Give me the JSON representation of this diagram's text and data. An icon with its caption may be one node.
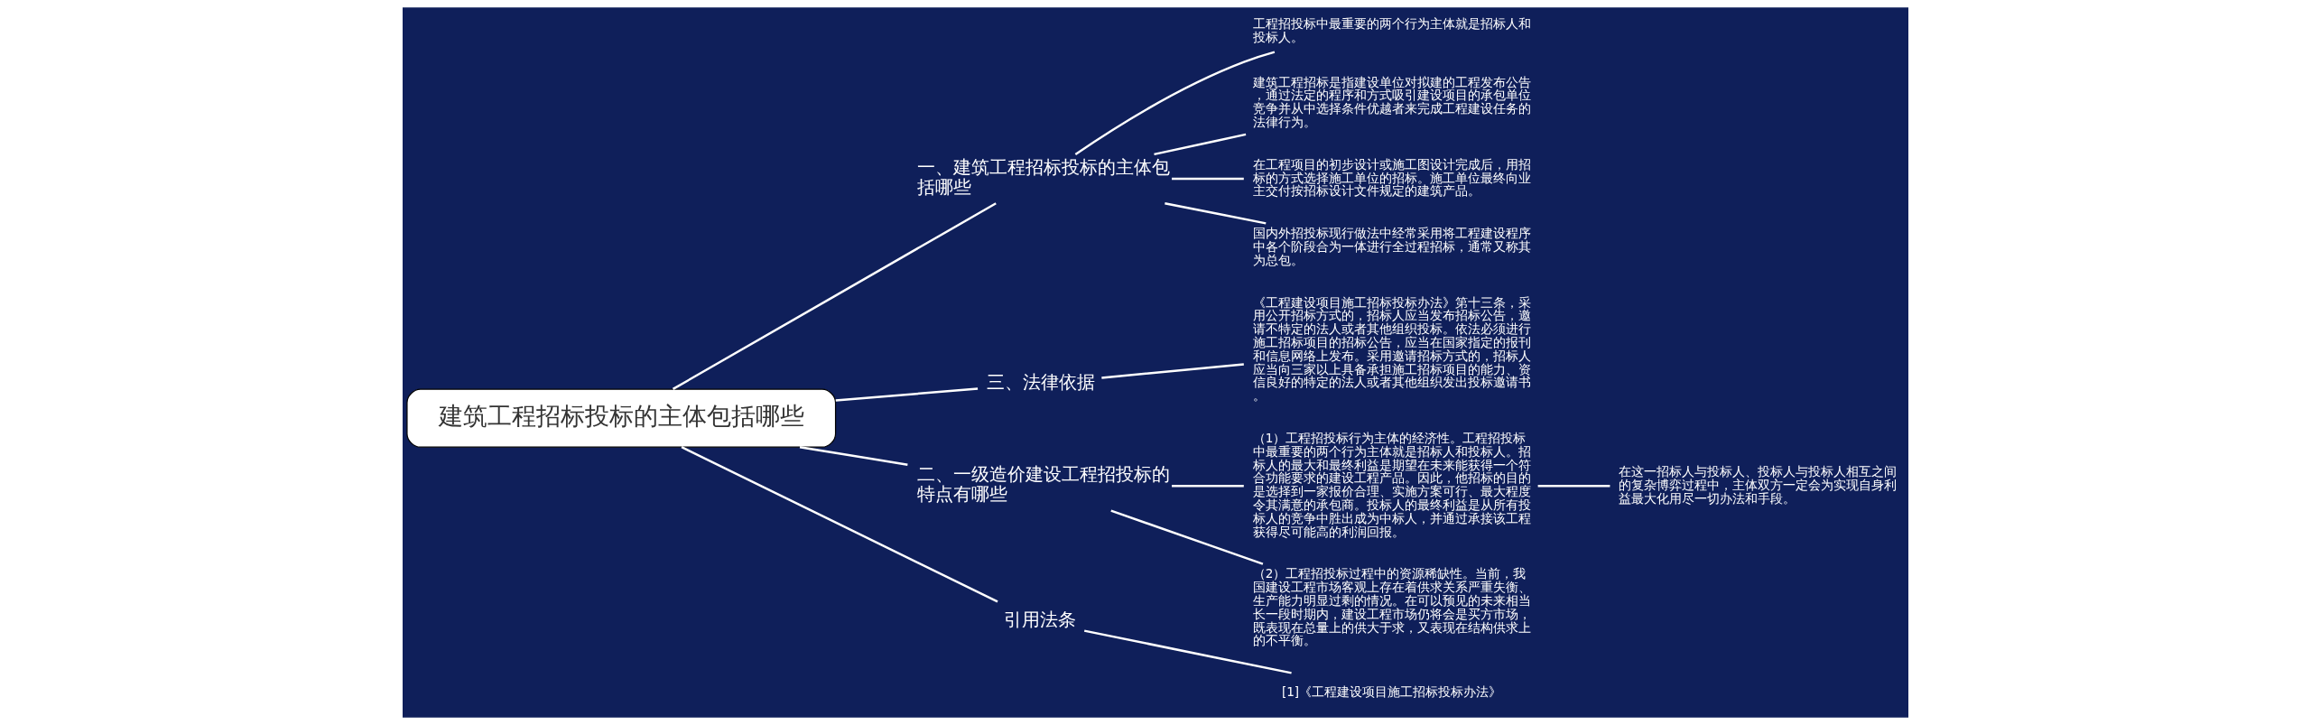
{
  "diagram": {
    "nodes": [
      {
        "text": [
          "建筑工程招标投标的主体包括哪些"
        ]
      },
      {
        "text": [
          "一、建筑工程招标投标的主体包括哪些"
        ]
      },
      {
        "text": [
          "工程招投标中最重要的两个行为主体就是招标人和投标人。"
        ]
      },
      {
        "text": [
          "建筑工程招标是指建设单位对拟建的工程发布公告，通过法定的程序和方式吸引建设项目的承包单位竞争并从中选择条件优越者来完成工程建设任务的法律行为。"
        ]
      },
      {
        "text": [
          "在工程项目的初步设计或施工图设计完成后，用招标的方式选择施工单位的招标。施工单位最终向业主交付按招标设计文件规定的建筑产品。"
        ]
      },
      {
        "text": [
          "国内外招投标现行做法中经常采用将工程建设程序中各个阶段合为一体进行全过程招标，通常又称其为总包。"
        ]
      },
      {
        "text": [
          "三、法律依据"
        ]
      },
      {
        "text": [
          "《工程建设项目施工招标投标办法》第十三条，采用公开招标方式的，招标人应当发布招标公告，邀请不特定的法人或者其他组织投标。依法必须进行施工招标项目的招标公告，应当在国家指定的报刊和信息网络上发布。采用邀请招标方式的，招标人应当向三家以上具备承担施工招标项目的能力、资信良好的特定的法人或者其他组织发出投标邀请书。"
        ]
      },
      {
        "text": [
          "二、一级造价建设工程招投标的特点有哪些"
        ]
      },
      {
        "text": [
          "（1）工程招投标行为主体的经济性。工程招投标中最重要的两个行为主体就是招标人和投标人。招标人的最大和最终利益是期望在未来能获得一个符合功能要求的建设工程产品。因此，他招标的目的是选择到一家报价合理、实施方案可行、最大程度令其满意的承包商。投标人的最终利益是从所有投标人的竞争中胜出成为中标人，并通过承接该工程获得尽可能高的利润回报。"
        ]
      },
      {
        "text": [
          "（2）工程招投标过程中的资源稀缺性。当前，我国建设工程市场客观上存在着供求关系严重失衡、生产能力明显过剩的情况。在可以预见的未来相当长一段时期内，建设工程市场仍将会是买方市场，既表现在总量上的供大于求，又表现在结构供求上的不平衡。"
        ]
      },
      {
        "text": [
          "在这一招标人与投标人、投标人与投标人相互之间的复杂博弈过程中，主体双方一定会为实现自身利益最大化用尽一切办法和手段。"
        ]
      },
      {
        "text": [
          "引用法条"
        ]
      },
      {
        "text": [
          "[1]《工程建设项目施工招标投标办法》"
        ]
      }
    ],
    "edges": [
      {
        "from": 0,
        "to": 1,
        "arrow": "none"
      },
      {
        "from": 1,
        "to": 2,
        "arrow": "none"
      },
      {
        "from": 1,
        "to": 3,
        "arrow": "none"
      },
      {
        "from": 1,
        "to": 4,
        "arrow": "none"
      },
      {
        "from": 1,
        "to": 5,
        "arrow": "none"
      },
      {
        "from": 0,
        "to": 6,
        "arrow": "none"
      },
      {
        "from": 6,
        "to": 7,
        "arrow": "none"
      },
      {
        "from": 0,
        "to": 8,
        "arrow": "none"
      },
      {
        "from": 8,
        "to": 9,
        "arrow": "none"
      },
      {
        "from": 8,
        "to": 10,
        "arrow": "none"
      },
      {
        "from": 9,
        "to": 11,
        "arrow": "none"
      },
      {
        "from": 0,
        "to": 12,
        "arrow": "none"
      },
      {
        "from": 12,
        "to": 13,
        "arrow": "none"
      }
    ]
  }
}
